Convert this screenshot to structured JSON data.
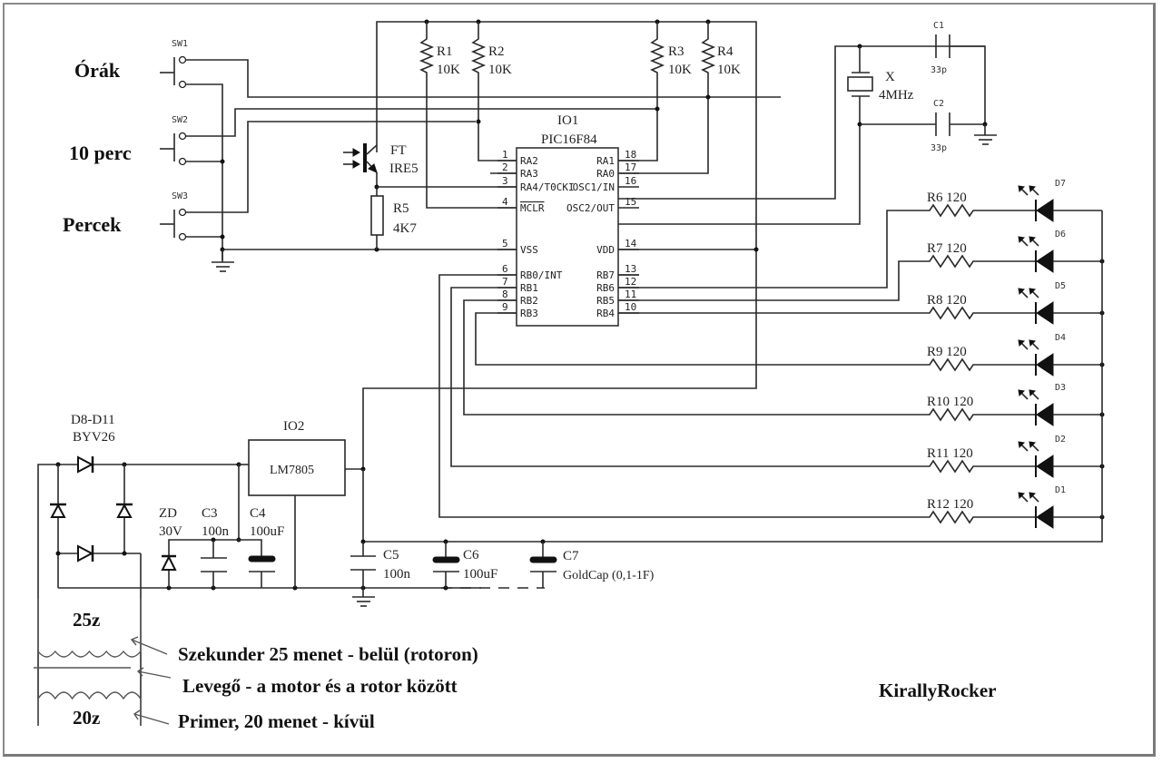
{
  "switches": [
    {
      "ref": "SW1",
      "label": "Órák"
    },
    {
      "ref": "SW2",
      "label": "10 perc"
    },
    {
      "ref": "SW3",
      "label": "Percek"
    }
  ],
  "pullups": [
    {
      "ref": "R1",
      "value": "10K"
    },
    {
      "ref": "R2",
      "value": "10K"
    },
    {
      "ref": "R3",
      "value": "10K"
    },
    {
      "ref": "R4",
      "value": "10K"
    }
  ],
  "phototransistor": {
    "ref": "FT",
    "part": "IRE5"
  },
  "r5": {
    "ref": "R5",
    "value": "4K7"
  },
  "mcu": {
    "ref": "IO1",
    "part": "PIC16F84",
    "left_pins": [
      {
        "num": "1",
        "name": "RA2"
      },
      {
        "num": "2",
        "name": "RA3"
      },
      {
        "num": "3",
        "name": "RA4/T0CKI"
      },
      {
        "num": "4",
        "name": "MCLR"
      },
      {
        "num": "5",
        "name": "VSS"
      },
      {
        "num": "6",
        "name": "RB0/INT"
      },
      {
        "num": "7",
        "name": "RB1"
      },
      {
        "num": "8",
        "name": "RB2"
      },
      {
        "num": "9",
        "name": "RB3"
      }
    ],
    "right_pins": [
      {
        "num": "18",
        "name": "RA1"
      },
      {
        "num": "17",
        "name": "RA0"
      },
      {
        "num": "16",
        "name": "OSC1/IN"
      },
      {
        "num": "15",
        "name": "OSC2/OUT"
      },
      {
        "num": "14",
        "name": "VDD"
      },
      {
        "num": "13",
        "name": "RB7"
      },
      {
        "num": "12",
        "name": "RB6"
      },
      {
        "num": "11",
        "name": "RB5"
      },
      {
        "num": "10",
        "name": "RB4"
      }
    ]
  },
  "crystal": {
    "ref": "X",
    "value": "4MHz"
  },
  "osc_caps": [
    {
      "ref": "C1",
      "value": "33p"
    },
    {
      "ref": "C2",
      "value": "33p"
    }
  ],
  "leds": [
    {
      "res": "R6 120",
      "led": "D7"
    },
    {
      "res": "R7 120",
      "led": "D6"
    },
    {
      "res": "R8 120",
      "led": "D5"
    },
    {
      "res": "R9 120",
      "led": "D4"
    },
    {
      "res": "R10 120",
      "led": "D3"
    },
    {
      "res": "R11 120",
      "led": "D2"
    },
    {
      "res": "R12 120",
      "led": "D1"
    }
  ],
  "rectifier": {
    "ref": "D8-D11",
    "part": "BYV26"
  },
  "regulator": {
    "ref": "IO2",
    "part": "LM7805"
  },
  "zener": {
    "ref": "ZD",
    "value": "30V"
  },
  "caps": [
    {
      "ref": "C3",
      "value": "100n"
    },
    {
      "ref": "C4",
      "value": "100uF"
    },
    {
      "ref": "C5",
      "value": "100n"
    },
    {
      "ref": "C6",
      "value": "100uF"
    },
    {
      "ref": "C7",
      "value": "GoldCap (0,1-1F)"
    }
  ],
  "coils": {
    "secondary": "25z",
    "primary": "20z"
  },
  "notes": [
    "Szekunder 25 menet - belül (rotoron)",
    "Levegő - a motor és a rotor között",
    "Primer, 20 menet - kívül"
  ],
  "author": "KirallyRocker"
}
